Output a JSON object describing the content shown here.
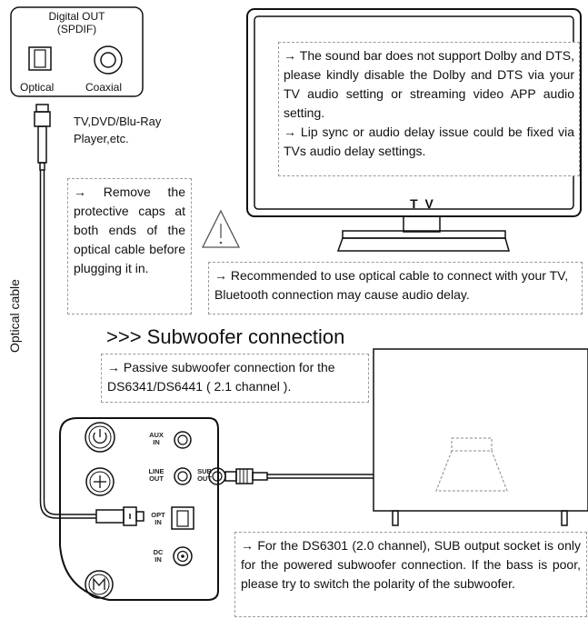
{
  "digital_out": {
    "title_line1": "Digital OUT",
    "title_line2": "(SPDIF)",
    "optical_label": "Optical",
    "coaxial_label": "Coaxial"
  },
  "source_label_line1": "TV,DVD/Blu-Ray",
  "source_label_line2": "Player,etc.",
  "cable_label": "Optical cable",
  "tv": {
    "screen_label": "T V",
    "note_line1": "→  The sound bar does not support Dolby and DTS, please kindly disable the Dolby and DTS via your TV audio setting or streaming video APP audio setting.",
    "note_line2": "→ Lip sync or audio delay issue could be fixed via TVs audio delay settings."
  },
  "remove_caps_note": "→  Remove the protective caps at both ends of the optical cable before plugging it in.",
  "recommend_note": "→ Recommended to use optical cable to connect with your TV, Bluetooth connection may cause audio delay.",
  "subwoofer": {
    "heading": ">>> Subwoofer connection",
    "passive_note": "→ Passive subwoofer connection for the DS6341/DS6441 ( 2.1 channel ).",
    "powered_note": "→  For the DS6301 (2.0 channel), SUB output socket is only for the powered subwoofer connection. If the bass is poor, please try to switch the polarity of the subwoofer."
  },
  "panel_ports": {
    "aux": "AUX\nIN",
    "line_out": "LINE\nOUT",
    "sub_out": "SUB\nOUT",
    "opt_in": "OPT\nIN",
    "dc_in": "DC\nIN"
  },
  "colors": {
    "line": "#111111",
    "dash": "#9a9a9a"
  }
}
